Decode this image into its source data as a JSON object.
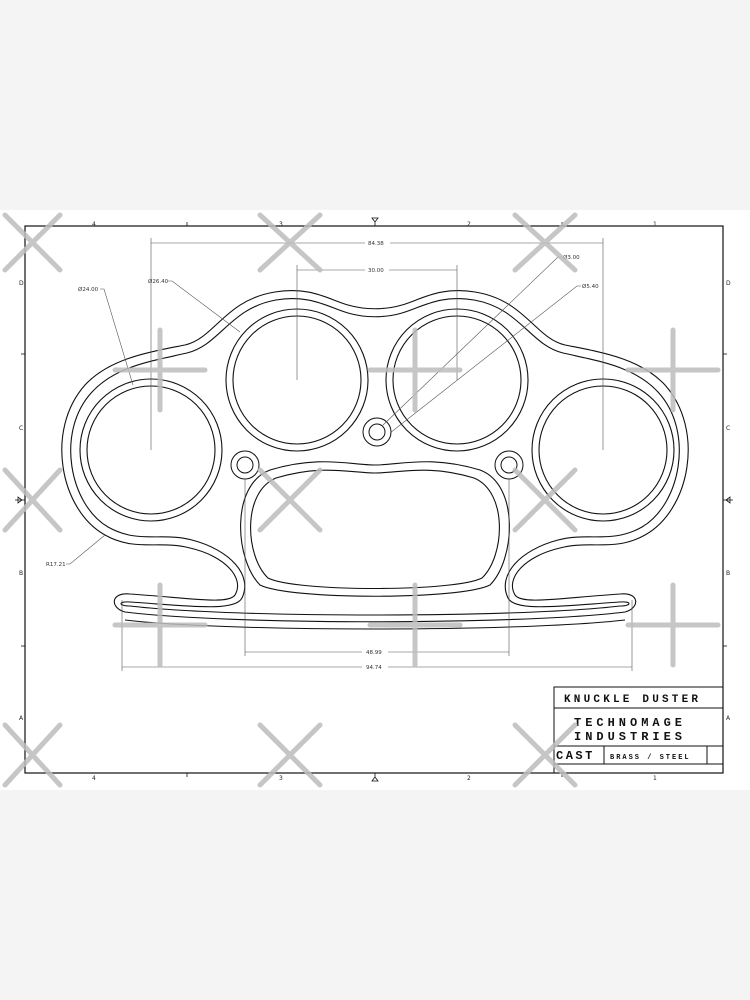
{
  "title_block": {
    "part_name": "KNUCKLE DUSTER",
    "company_line1": "TECHNOMAGE",
    "company_line2": "INDUSTRIES",
    "process": "CAST",
    "material": "BRASS / STEEL"
  },
  "border": {
    "columns_top": [
      "4",
      "3",
      "2",
      "1"
    ],
    "columns_bottom": [
      "4",
      "3",
      "2",
      "1"
    ],
    "rows_left": [
      "D",
      "C",
      "B",
      "A"
    ],
    "rows_right": [
      "D",
      "C",
      "B",
      "A"
    ]
  },
  "dimensions": {
    "overall_finger_span": "84.38",
    "inner_finger_pitch": "30.00",
    "finger_hole_outer_dia": "Ø26.40",
    "finger_hole_inner_dia": "Ø24.00",
    "small_hole_inner_dia": "Ø3.00",
    "small_hole_outer_dia": "Ø5.40",
    "outer_radius": "R17.21",
    "palm_grip_width": "48.99",
    "overall_width": "94.74"
  },
  "colors": {
    "line": "#111111",
    "dim_line": "#555555",
    "watermark": "#bdbdbd",
    "paper": "#ffffff",
    "background": "#f4f4f4"
  }
}
